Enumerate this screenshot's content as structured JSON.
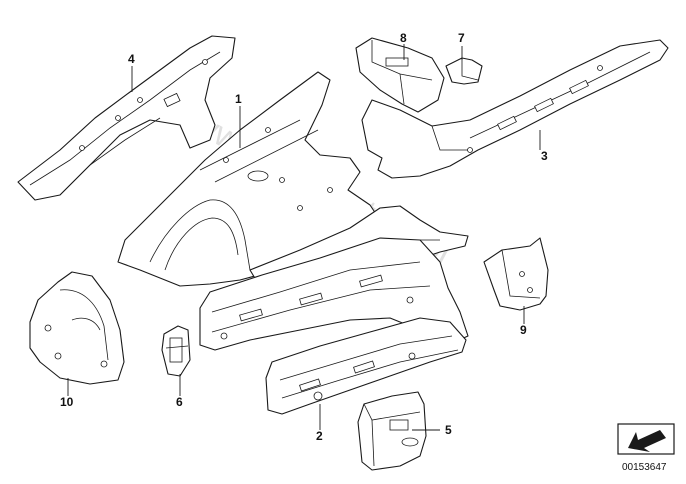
{
  "watermark": "www.BMW-store.pl",
  "callouts": {
    "p1": "1",
    "p2": "2",
    "p3": "3",
    "p4": "4",
    "p5": "5",
    "p6": "6",
    "p7": "7",
    "p8": "8",
    "p9": "9",
    "p10": "10"
  },
  "document_number": "00153647",
  "icons": {
    "nav_arrow": "arrow-icon"
  }
}
